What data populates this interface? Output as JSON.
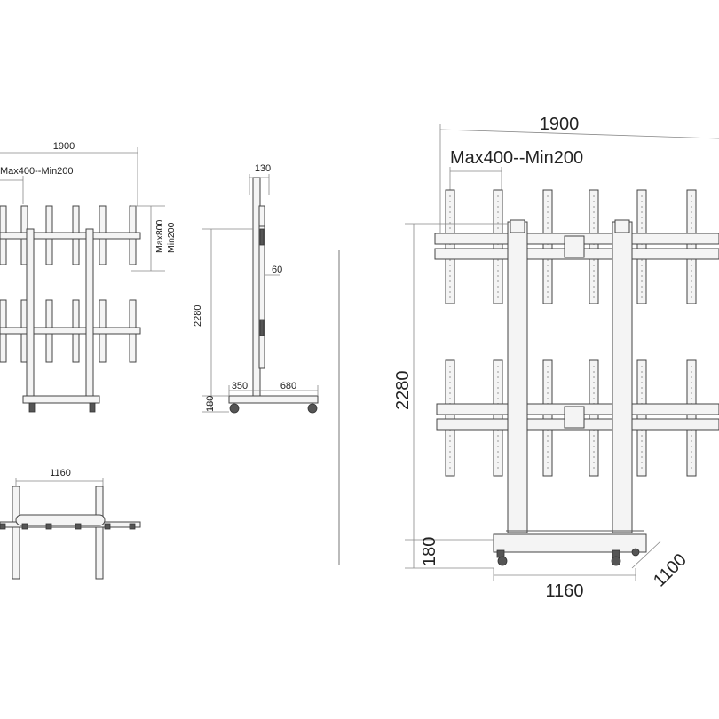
{
  "views": {
    "front_small": {
      "width": "1900",
      "vesa": "Max400--Min200",
      "vertical_top": "Max800",
      "vertical_bottom": "Min200"
    },
    "side": {
      "depth_top": "130",
      "offset": "60",
      "height": "2280",
      "foot_front": "350",
      "foot_back": "680",
      "base_height": "180"
    },
    "top_view": {
      "width": "1160"
    },
    "perspective": {
      "width": "1900",
      "vesa": "Max400--Min200",
      "height": "2280",
      "base_height": "180",
      "base_width": "1160",
      "base_depth": "1100"
    }
  }
}
